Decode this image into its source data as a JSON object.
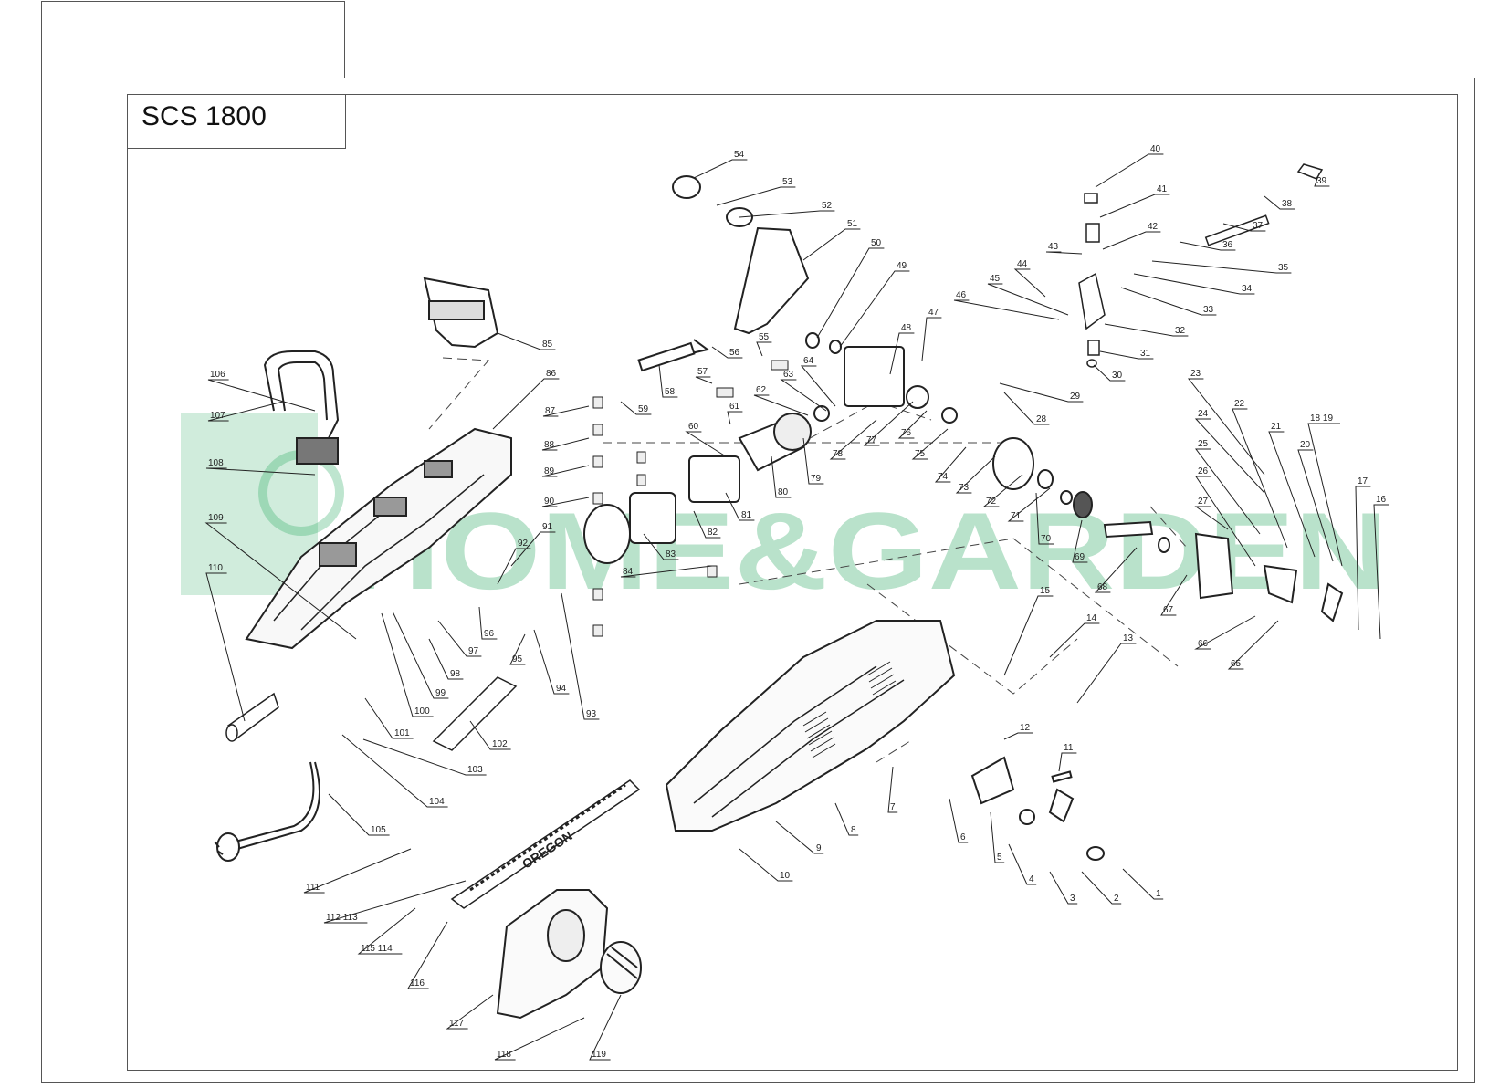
{
  "model": "SCS 1800",
  "watermark": "HOME&GARDEN",
  "bar_brand": "OREGON",
  "colors": {
    "watermark": "#29a860",
    "line": "#222222",
    "frame": "#555555"
  },
  "labels": [
    "1",
    "2",
    "3",
    "4",
    "5",
    "6",
    "7",
    "8",
    "9",
    "10",
    "11",
    "12",
    "13",
    "14",
    "15",
    "16",
    "17",
    "18 19",
    "20",
    "21",
    "22",
    "23",
    "24",
    "25",
    "26",
    "27",
    "28",
    "29",
    "30",
    "31",
    "32",
    "33",
    "34",
    "35",
    "36",
    "37",
    "38",
    "39",
    "40",
    "41",
    "42",
    "43",
    "44",
    "45",
    "46",
    "47",
    "48",
    "49",
    "50",
    "51",
    "52",
    "53",
    "54",
    "55",
    "56",
    "57",
    "58",
    "59",
    "60",
    "61",
    "62",
    "63",
    "64",
    "66",
    "65",
    "67",
    "68",
    "69",
    "70",
    "71",
    "72",
    "73",
    "74",
    "75",
    "76",
    "77",
    "78",
    "79",
    "80",
    "81",
    "82",
    "83",
    "84",
    "85",
    "86",
    "87",
    "88",
    "89",
    "90",
    "91",
    "92",
    "93",
    "94",
    "95",
    "96",
    "97",
    "98",
    "99",
    "100",
    "101",
    "102",
    "103",
    "104",
    "105",
    "106",
    "107",
    "108",
    "109",
    "110",
    "111",
    "112 113",
    "115 114",
    "116",
    "117",
    "118",
    "119"
  ]
}
